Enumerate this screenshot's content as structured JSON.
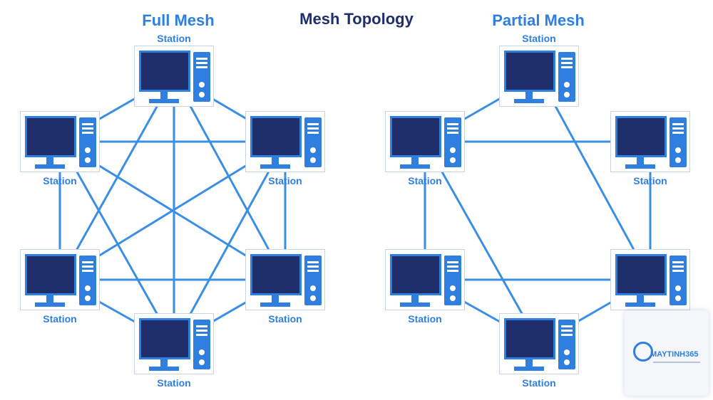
{
  "title": "Mesh Topology",
  "colors": {
    "title": "#1f2f6b",
    "accent": "#2f7fe0",
    "screen": "#1f2f6b",
    "link": "#3a8ee6"
  },
  "full_mesh": {
    "title": "Full Mesh",
    "stations": [
      {
        "label": "Station",
        "pos": "top"
      },
      {
        "label": "Station",
        "pos": "upper-left"
      },
      {
        "label": "Station",
        "pos": "upper-right"
      },
      {
        "label": "Station",
        "pos": "lower-left"
      },
      {
        "label": "Station",
        "pos": "lower-right"
      },
      {
        "label": "Station",
        "pos": "bottom"
      }
    ],
    "links": [
      [
        0,
        1
      ],
      [
        0,
        2
      ],
      [
        0,
        3
      ],
      [
        0,
        4
      ],
      [
        0,
        5
      ],
      [
        1,
        2
      ],
      [
        1,
        3
      ],
      [
        1,
        4
      ],
      [
        1,
        5
      ],
      [
        2,
        3
      ],
      [
        2,
        4
      ],
      [
        2,
        5
      ],
      [
        3,
        4
      ],
      [
        3,
        5
      ],
      [
        4,
        5
      ]
    ]
  },
  "partial_mesh": {
    "title": "Partial Mesh",
    "stations": [
      {
        "label": "Station",
        "pos": "top"
      },
      {
        "label": "Station",
        "pos": "upper-left"
      },
      {
        "label": "Station",
        "pos": "upper-right"
      },
      {
        "label": "Station",
        "pos": "lower-left"
      },
      {
        "label": "Station",
        "pos": "lower-right"
      },
      {
        "label": "Station",
        "pos": "bottom"
      }
    ],
    "links": [
      [
        0,
        1
      ],
      [
        0,
        4
      ],
      [
        1,
        2
      ],
      [
        1,
        3
      ],
      [
        1,
        5
      ],
      [
        2,
        4
      ],
      [
        3,
        4
      ],
      [
        3,
        5
      ],
      [
        4,
        5
      ]
    ]
  },
  "watermark": {
    "brand": "MAYTINH365"
  }
}
